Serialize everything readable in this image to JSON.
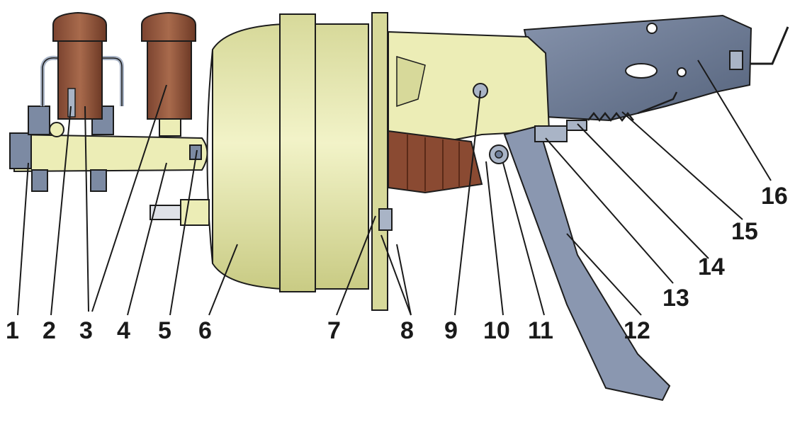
{
  "diagram": {
    "callouts": [
      {
        "id": 1,
        "text": "1"
      },
      {
        "id": 2,
        "text": "2"
      },
      {
        "id": 3,
        "text": "3"
      },
      {
        "id": 4,
        "text": "4"
      },
      {
        "id": 5,
        "text": "5"
      },
      {
        "id": 6,
        "text": "6"
      },
      {
        "id": 7,
        "text": "7"
      },
      {
        "id": 8,
        "text": "8"
      },
      {
        "id": 9,
        "text": "9"
      },
      {
        "id": 10,
        "text": "10"
      },
      {
        "id": 11,
        "text": "11"
      },
      {
        "id": 12,
        "text": "12"
      },
      {
        "id": 13,
        "text": "13"
      },
      {
        "id": 14,
        "text": "14"
      },
      {
        "id": 15,
        "text": "15"
      },
      {
        "id": 16,
        "text": "16"
      }
    ],
    "colors": {
      "booster": "#ecedb6",
      "booster_shade": "#cfd18a",
      "reservoir": "#9a5a3e",
      "reservoir_dark": "#6e3a26",
      "bracket": "#6f7f9a",
      "bracket_dark": "#4b5a72",
      "metal": "#a9b4c6",
      "outline": "#1c1c1c"
    }
  }
}
